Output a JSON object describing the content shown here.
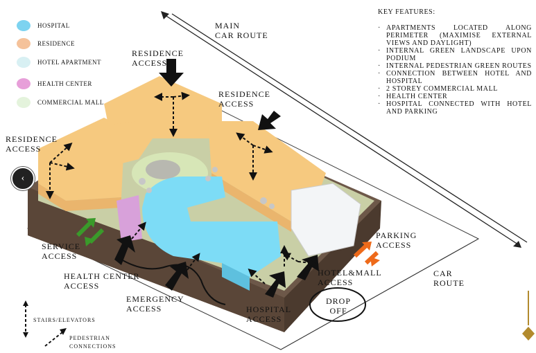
{
  "legend": [
    {
      "label": "Hospital",
      "color": "#7dd3f0"
    },
    {
      "label": "Residence",
      "color": "#f5c29a"
    },
    {
      "label": "Hotel Apartment",
      "color": "#d8f0f3"
    },
    {
      "label": "Health Center",
      "color": "#e79fd9"
    },
    {
      "label": "Commercial Mall",
      "color": "#e4f3dc"
    }
  ],
  "key_features": {
    "title": "Key Features:",
    "items": [
      "Apartments located along perimeter (maximise external views and daylight)",
      "Internal green landscape upon podium",
      "Internal pedestrian green routes",
      "Connection between hotel and hospital",
      "2 storey commercial mall",
      "Health center",
      "Hospital connected with hotel and parking"
    ]
  },
  "labels": {
    "main_car_route": "Main\nCar Route",
    "residence_access_top": "Residence\nAccess",
    "residence_access_right": "Residence\nAccess",
    "residence_access_left": "Residence\nAccess",
    "service_access": "Service\nAccess",
    "health_center_access": "Health Center\nAccess",
    "emergency_access": "Emergency\nAccess",
    "hospital_access": "Hospital\nAccess",
    "hotel_mall_access": "Hotel&Mall\nAccess",
    "parking_access": "Parking\nAccess",
    "car_route": "Car\nRoute",
    "drop_off": "Drop\nOff",
    "stairs_elevators": "Stairs/Elevators",
    "pedestrian_connections": "Pedestrian\nConnections"
  },
  "nav": {
    "prev_symbol": "‹"
  },
  "colors": {
    "hospital": "#7fdcf5",
    "residence": "#f7cd86",
    "hotel": "#f2f4f6",
    "health": "#d9a0d6",
    "green": "#d9e8b8",
    "podium": "#6e5a4a",
    "service_arrow": "#3a9a2a",
    "parking_arrow": "#ee6a1a"
  }
}
